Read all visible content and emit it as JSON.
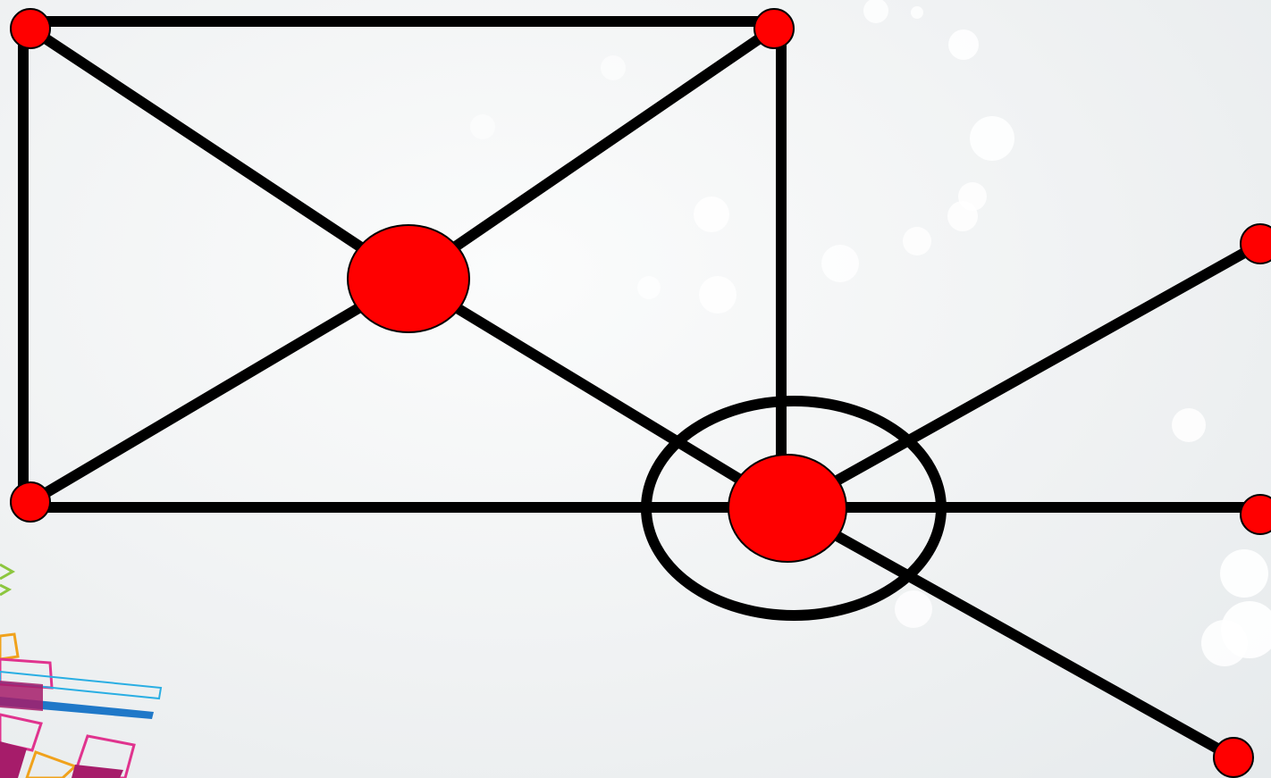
{
  "diagram": {
    "colors": {
      "line": "#000000",
      "node_fill": "#ff0000",
      "node_stroke": "#000000",
      "bokeh": "#ffffff",
      "ribbon_pink": "#e0338e",
      "ribbon_blue": "#1f78c8",
      "ribbon_cyan": "#29aee3",
      "ribbon_orange": "#f0a21c",
      "ribbon_green": "#8cc63f"
    },
    "nodes": [
      {
        "id": "top-left",
        "size": "small"
      },
      {
        "id": "top-right",
        "size": "small"
      },
      {
        "id": "bottom-left",
        "size": "small"
      },
      {
        "id": "center",
        "size": "large"
      },
      {
        "id": "hub",
        "size": "large",
        "ring": true
      },
      {
        "id": "right-upper",
        "size": "small"
      },
      {
        "id": "right-middle",
        "size": "small"
      },
      {
        "id": "right-lower",
        "size": "small"
      }
    ],
    "edges": [
      [
        "top-left",
        "top-right"
      ],
      [
        "top-left",
        "bottom-left"
      ],
      [
        "top-right",
        "hub"
      ],
      [
        "bottom-left",
        "right-middle"
      ],
      [
        "top-left",
        "center"
      ],
      [
        "center",
        "hub"
      ],
      [
        "top-right",
        "center"
      ],
      [
        "center",
        "bottom-left"
      ],
      [
        "hub",
        "right-upper"
      ],
      [
        "hub",
        "right-lower"
      ]
    ]
  }
}
